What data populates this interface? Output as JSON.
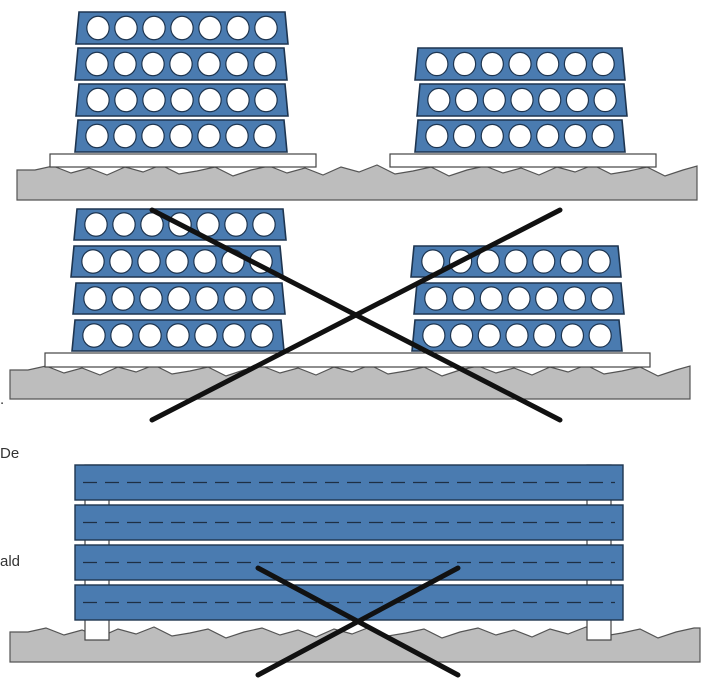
{
  "colors": {
    "slab_fill": "#4a7bb0",
    "slab_stroke": "#1e3550",
    "ground_fill": "#bdbdbd",
    "ground_stroke": "#555555",
    "support_fill": "#ffffff",
    "cross": "#111111",
    "text": "#333333"
  },
  "text_fragments": [
    ".",
    "De",
    "ald"
  ],
  "scenes": [
    {
      "name": "correct-hollowcore-stacking",
      "stacks": [
        {
          "layers": 4,
          "cores": 7
        },
        {
          "layers": 3,
          "cores": 7
        }
      ],
      "crossed": false
    },
    {
      "name": "incorrect-hollowcore-stacking",
      "stacks": [
        {
          "layers": 4,
          "cores": 7
        },
        {
          "layers": 3,
          "cores": 7
        }
      ],
      "crossed": true
    },
    {
      "name": "incorrect-solid-slab-stacking",
      "stacks": [
        {
          "layers": 4,
          "cores": 0
        }
      ],
      "crossed": true
    }
  ]
}
